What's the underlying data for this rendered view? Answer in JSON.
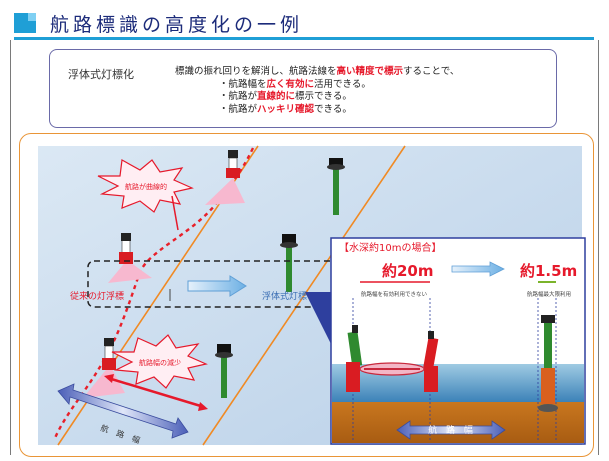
{
  "title": "航路標識の高度化の一例",
  "info": {
    "label": "浮体式灯標化",
    "line1": {
      "pre": "標識の振れ回りを解消し、航路法線を",
      "em": "高い精度で標示",
      "post": "することで、"
    },
    "bullets": [
      {
        "pre": "・航路幅を",
        "em": "広く有効に",
        "post": "活用できる。"
      },
      {
        "pre": "・航路が",
        "em": "直線的に",
        "post": "標示できる。"
      },
      {
        "pre": "・航路が",
        "em": "ハッキリ確認",
        "post": "できる。"
      }
    ]
  },
  "diagram": {
    "burst_top": "航路が曲線的",
    "burst_bottom": "航路幅の減少",
    "legacy_label": "従来の灯浮標",
    "floating_label": "浮体式灯標",
    "channel_label": "航 路 幅"
  },
  "inset": {
    "heading": "【水深約10mの場合】",
    "value_left": "約20m",
    "value_right": "約1.5m",
    "note_left": "航路幅を有効利用できない",
    "note_right": "航路幅最大限利用",
    "channel_label": "航 路 幅"
  },
  "colors": {
    "title": "#1c2b7a",
    "accent": "#1f9fd6",
    "highlight": "#e6192b",
    "frame": "#e99537"
  }
}
